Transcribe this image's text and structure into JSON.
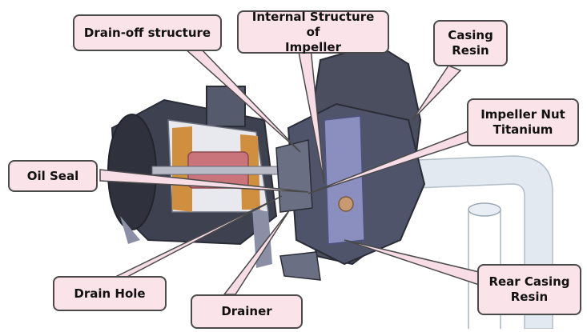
{
  "colors": {
    "callout_fill": "#fbe3ea",
    "callout_border": "#4a4a4a",
    "leader_fill": "#f8dde6",
    "rotor": "#c9747b",
    "casing": "#4a4e5e",
    "pipe": "#cfd9e3"
  },
  "labels": {
    "drain_off": "Drain-off structure",
    "internal": "Internal Structure of\nImpeller",
    "casing": "Casing\nResin",
    "impeller_nut": "Impeller Nut\nTitanium",
    "oil_seal": "Oil Seal",
    "drain_hole": "Drain Hole",
    "drainer": "Drainer",
    "rear_casing": "Rear Casing\nResin"
  }
}
